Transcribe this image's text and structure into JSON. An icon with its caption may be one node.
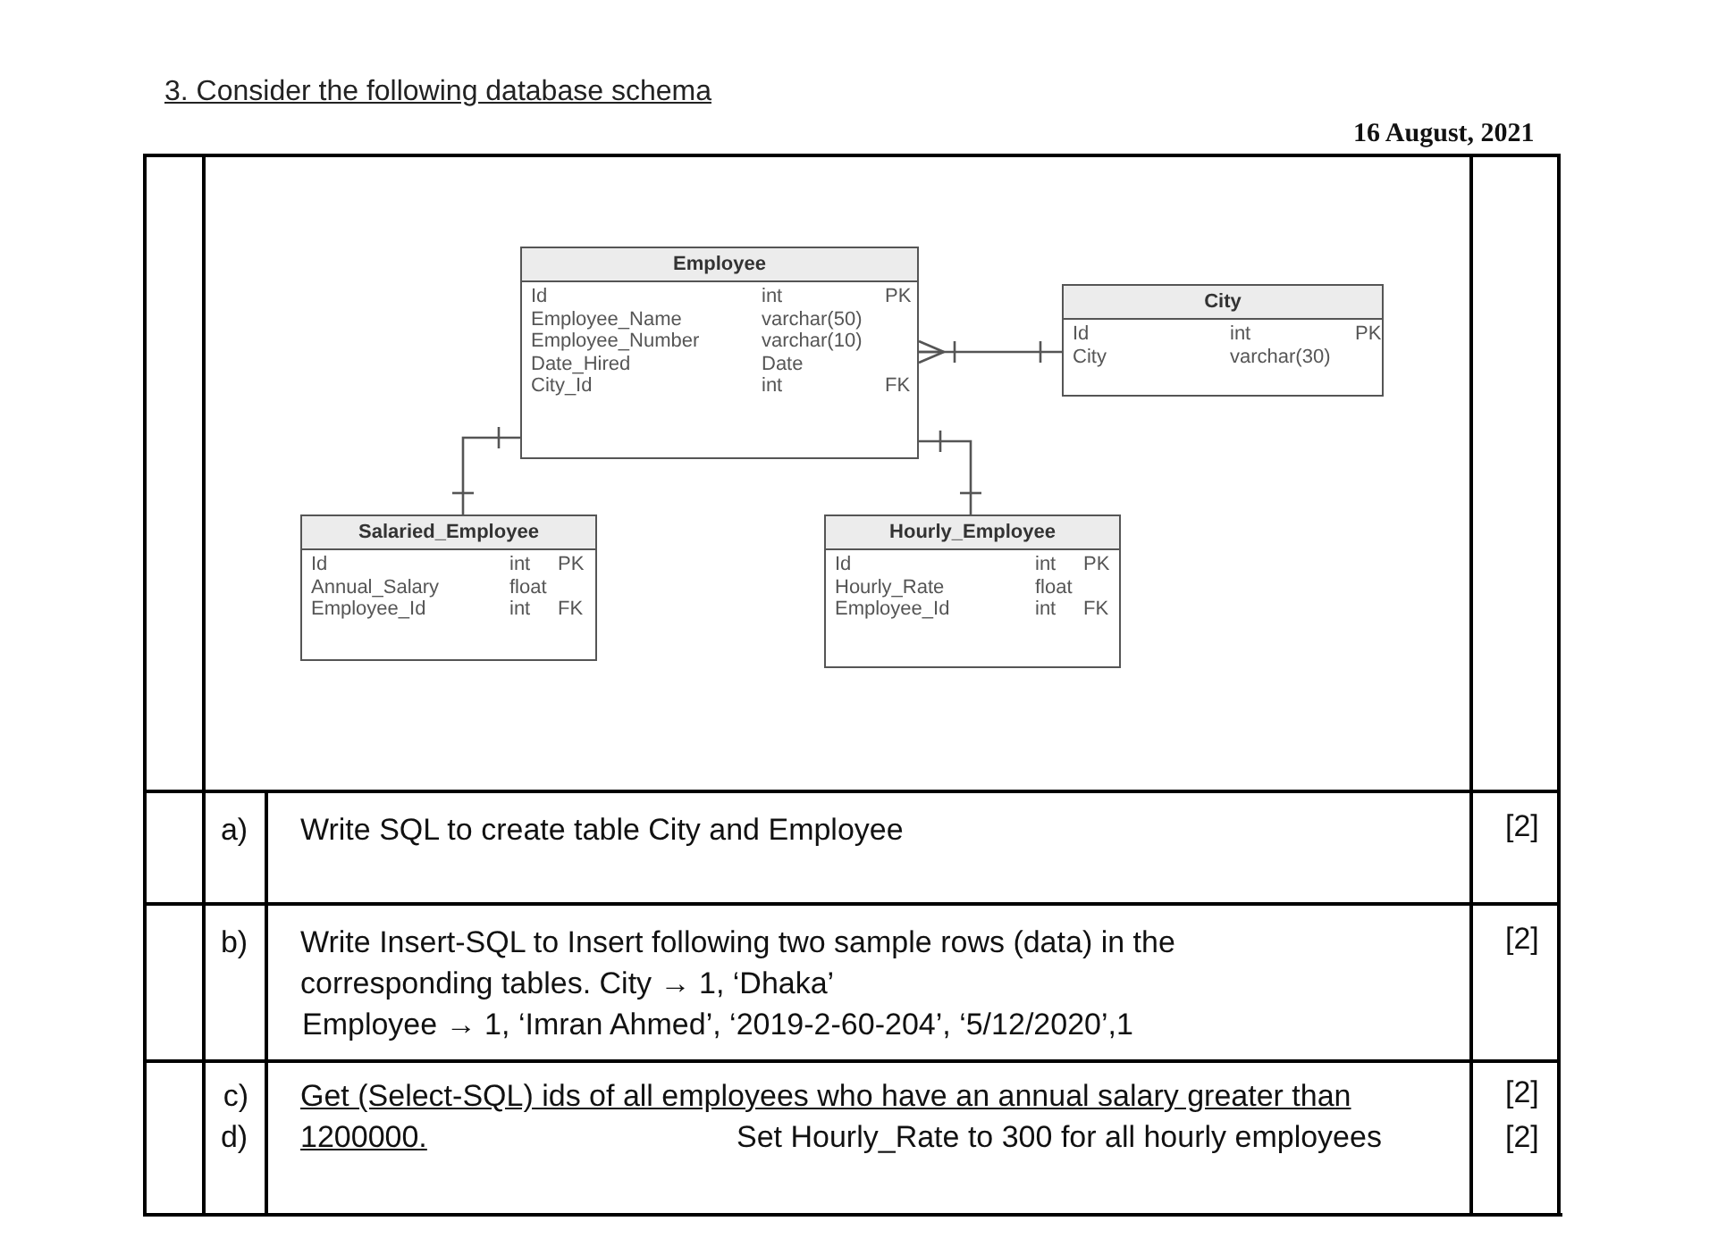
{
  "diagram": {
    "title": "3. Consider the following database schema",
    "nodes": [
      {
        "text": [
          "Employee",
          "Id",
          "int",
          "PK",
          "Employee_Name",
          "varchar(50)",
          "Employee_Number",
          "varchar(10)",
          "Date_Hired",
          "Date",
          "City_Id",
          "int",
          "FK"
        ]
      },
      {
        "text": [
          "City",
          "Id",
          "int",
          "PK",
          "City",
          "varchar(30)"
        ]
      },
      {
        "text": [
          "Salaried_Employee",
          "Id",
          "int",
          "PK",
          "Annual_Salary",
          "float",
          "Employee_Id",
          "int",
          "FK"
        ]
      },
      {
        "text": [
          "Hourly_Employee",
          "Id",
          "int",
          "PK",
          "Hourly_Rate",
          "float",
          "Employee_Id",
          "int",
          "FK"
        ]
      }
    ],
    "edges": [
      {
        "from": 0,
        "to": 1,
        "arrow": "other"
      },
      {
        "from": 0,
        "to": 2,
        "arrow": "other"
      },
      {
        "from": 0,
        "to": 3,
        "arrow": "other"
      }
    ],
    "labels": [
      "16 August, 2021",
      "a)",
      "Write SQL to create table City and Employee",
      "[2]",
      "b)",
      "Write Insert-SQL to Insert following two sample rows (data) in the corresponding tables. City → 1, ‘Dhaka’",
      "Employee → 1, ‘Imran Ahmed’, ‘2019-2-60-204’, ‘5/12/2020’,1",
      "[2]",
      "c)",
      "d)",
      "Get (Select-SQL) ids of all employees who have an annual salary greater than 1200000.",
      "Set Hourly_Rate to 300 for all hourly employees",
      "[2]",
      "[2]"
    ]
  }
}
